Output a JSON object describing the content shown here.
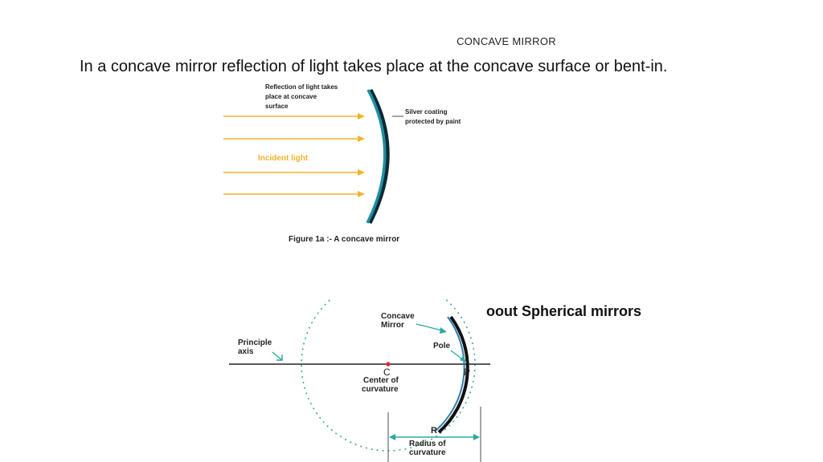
{
  "slide": {
    "title": "CONCAVE MIRROR",
    "intro": "In a concave mirror reflection of light takes place at the concave surface or bent-in.",
    "partial_heading": "oout Spherical mirrors"
  },
  "figure1": {
    "label_reflection_1": "Reflection of light takes",
    "label_reflection_2": "place at concave",
    "label_reflection_3": "surface",
    "label_silver_1": "Silver coating",
    "label_silver_2": "protected by paint",
    "label_incident": "Incident light",
    "caption": "Figure 1a :- A concave mirror",
    "colors": {
      "arrow": "#f2b32b",
      "mirror": "#1f8fa3",
      "mirror_edge": "#0d2a33",
      "incident_text": "#f2b32b"
    }
  },
  "figure2": {
    "label_mirror_1": "Concave",
    "label_mirror_2": "Mirror",
    "label_principle_1": "Principle",
    "label_principle_2": "axis",
    "label_pole": "Pole",
    "label_c": "C",
    "label_p": "P",
    "label_center_1": "Center of",
    "label_center_2": "curvature",
    "label_r": "R",
    "label_radius_1": "Radius of",
    "label_radius_2": "curvature",
    "colors": {
      "circle": "#3aa89a",
      "pointer": "#2aa9a0",
      "mirror": "#1e6fa8",
      "center_dot": "#d33333"
    }
  }
}
